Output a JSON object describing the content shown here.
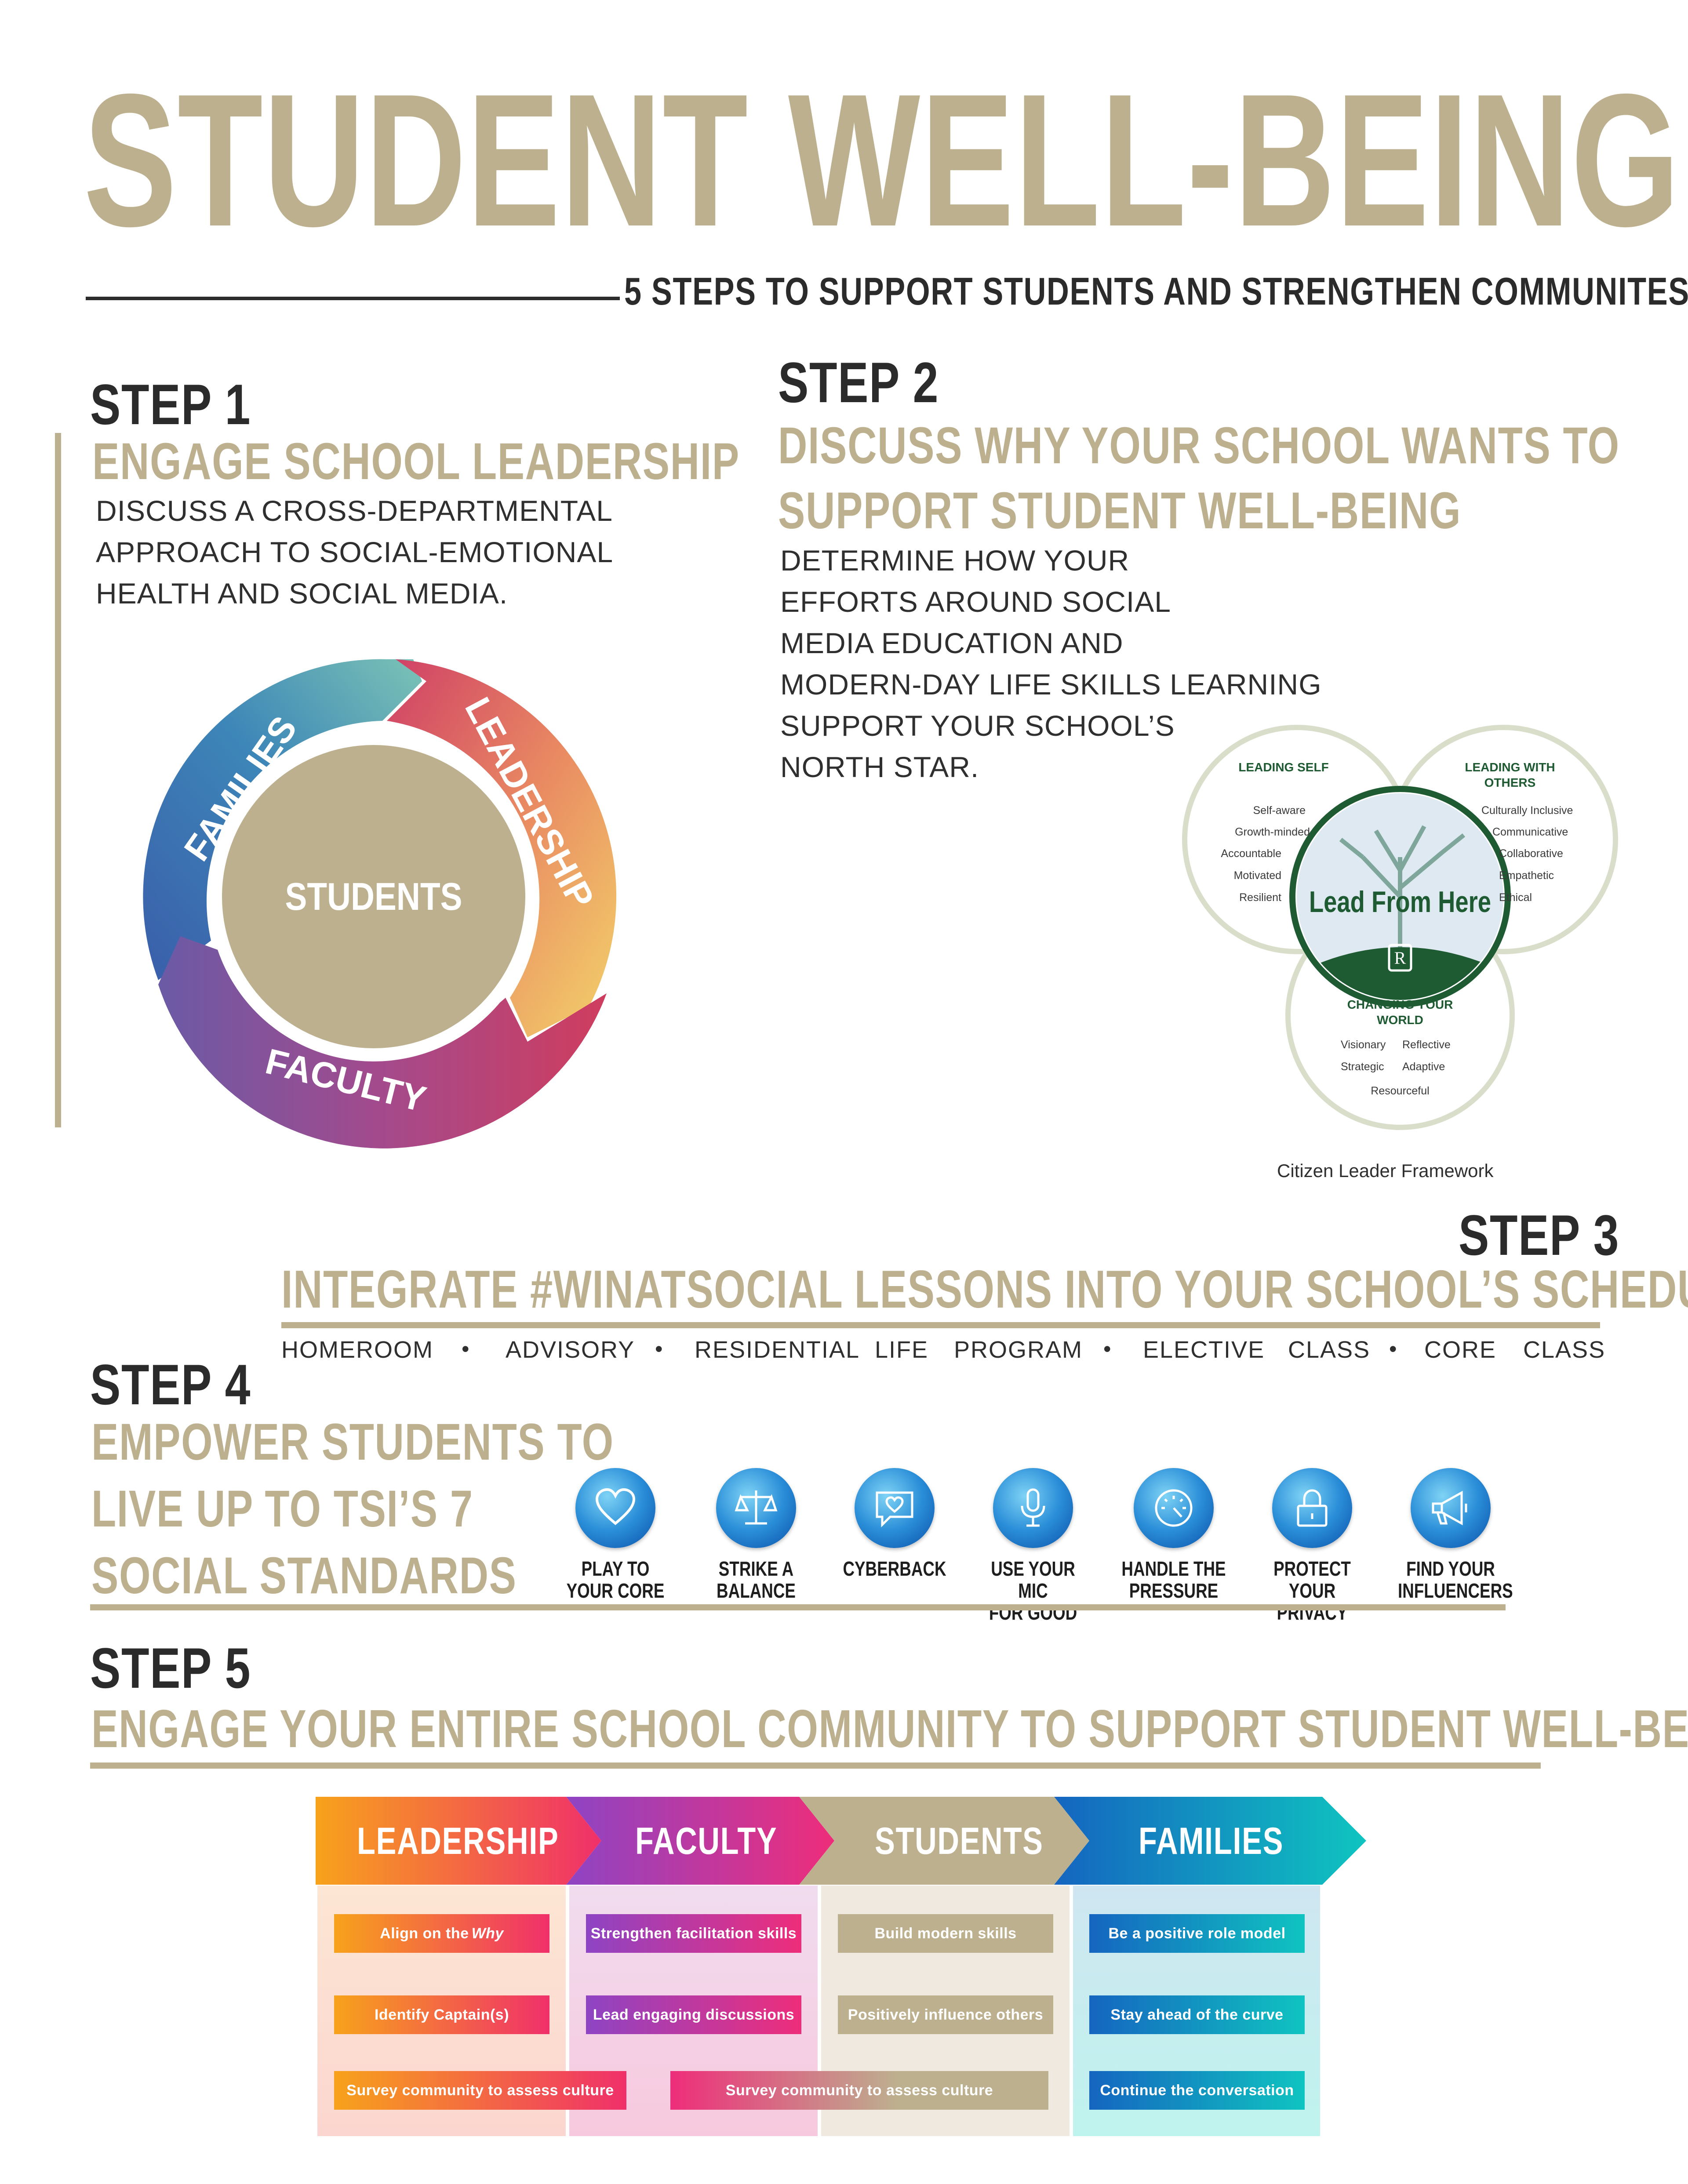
{
  "title": "STUDENT WELL-BEING",
  "subtitle": "5 STEPS TO SUPPORT STUDENTS AND STRENGTHEN COMMUNITES",
  "colors": {
    "gold": "#bdb08f",
    "dark": "#2b2b2b",
    "green": "#1e5a32"
  },
  "step1": {
    "label": "STEP 1",
    "heading": "ENGAGE SCHOOL LEADERSHIP",
    "body": [
      "DISCUSS A CROSS-DEPARTMENTAL",
      "APPROACH TO SOCIAL-EMOTIONAL",
      "HEALTH AND SOCIAL MEDIA."
    ],
    "cycle": {
      "center": "STUDENTS",
      "families": "FAMILIES",
      "leadership": "LEADERSHIP",
      "faculty": "FACULTY"
    }
  },
  "step2": {
    "label": "STEP 2",
    "heading": [
      "DISCUSS WHY YOUR SCHOOL WANTS TO",
      "SUPPORT STUDENT WELL-BEING"
    ],
    "body": [
      "DETERMINE HOW YOUR",
      "EFFORTS AROUND SOCIAL",
      "MEDIA EDUCATION AND",
      "MODERN-DAY LIFE SKILLS LEARNING",
      "SUPPORT YOUR SCHOOL’S",
      "NORTH STAR."
    ],
    "framework": {
      "leading_self_title": "LEADING SELF",
      "leading_self": [
        "Self-aware",
        "Growth-minded",
        "Accountable",
        "Motivated",
        "Resilient"
      ],
      "leading_others_title": [
        "LEADING WITH",
        "OTHERS"
      ],
      "leading_others": [
        "Culturally Inclusive",
        "Communicative",
        "Collaborative",
        "Empathetic",
        "Ethical"
      ],
      "changing_world_title": [
        "CHANGING YOUR",
        "WORLD"
      ],
      "changing_world": [
        "Visionary",
        "Reflective",
        "Strategic",
        "Adaptive",
        "Resourceful"
      ],
      "logo_text": "Lead From Here",
      "crest_letter": "R",
      "caption": "Citizen Leader Framework"
    }
  },
  "step3": {
    "label": "STEP 3",
    "heading": "INTEGRATE #WINATSOCIAL LESSONS INTO YOUR SCHOOL’S SCHEDULE",
    "schedule": [
      "HOMEROOM",
      "ADVISORY",
      "RESIDENTIAL",
      "LIFE",
      "PROGRAM",
      "ELECTIVE",
      "CLASS",
      "CORE",
      "CLASS"
    ],
    "bullet": "•"
  },
  "step4": {
    "label": "STEP 4",
    "heading": [
      "EMPOWER STUDENTS TO",
      "LIVE UP TO TSI’S 7",
      "SOCIAL STANDARDS"
    ],
    "standards": [
      {
        "icon": "heart-icon",
        "label": "PLAY TO\nYOUR CORE"
      },
      {
        "icon": "scale-icon",
        "label": "STRIKE A\nBALANCE"
      },
      {
        "icon": "chat-heart-icon",
        "label": "CYBERBACK"
      },
      {
        "icon": "microphone-icon",
        "label": "USE YOUR MIC\nFOR GOOD"
      },
      {
        "icon": "gauge-icon",
        "label": "HANDLE THE\nPRESSURE"
      },
      {
        "icon": "lock-icon",
        "label": "PROTECT YOUR\nPRIVACY"
      },
      {
        "icon": "megaphone-icon",
        "label": "FIND YOUR\nINFLUENCERS"
      }
    ]
  },
  "step5": {
    "label": "STEP 5",
    "heading": "ENGAGE YOUR ENTIRE SCHOOL COMMUNITY TO SUPPORT STUDENT WELL-BEING",
    "groups": [
      "LEADERSHIP",
      "FACULTY",
      "STUDENTS",
      "FAMILIES"
    ],
    "actions": {
      "leadership": [
        "Align on the ",
        "Why",
        "Identify Captain(s)",
        "Survey community to assess culture"
      ],
      "faculty": [
        "Strengthen facilitation skills",
        "Lead engaging discussions"
      ],
      "students": [
        "Build modern skills",
        "Positively influence others"
      ],
      "shared": "Survey community to assess culture",
      "families": [
        "Be a positive role model",
        "Stay ahead of the curve",
        "Continue the conversation"
      ]
    }
  }
}
